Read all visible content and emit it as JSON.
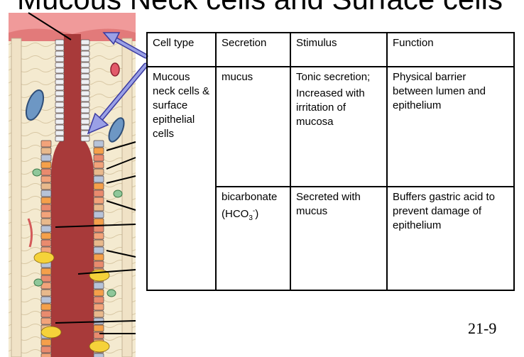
{
  "slide": {
    "title": "Mucous Neck cells and Surface cells",
    "number": "21-9"
  },
  "table": {
    "headers": [
      "Cell type",
      "Secretion",
      "Stimulus",
      "Function"
    ],
    "cell_type": "Mucous neck cells & surface epithelial cells",
    "rows": [
      {
        "secretion": "mucus",
        "stimulus_line1": "Tonic secretion;",
        "stimulus_line2": "Increased with irritation of mucosa",
        "function": "Physical barrier between lumen and epithelium"
      },
      {
        "secretion_name": "bicarbonate",
        "formula_prefix": "(HCO",
        "formula_sub": "3",
        "formula_sup": "-",
        "formula_suffix": ")",
        "stimulus": "Secreted with mucus",
        "function": "Buffers gastric acid to prevent damage of epithelium"
      }
    ]
  },
  "colors": {
    "pointer_arrow": "#9aa0e6",
    "tissue_background": "#f4ead0",
    "mucosa_surface": "#e27a7a"
  }
}
